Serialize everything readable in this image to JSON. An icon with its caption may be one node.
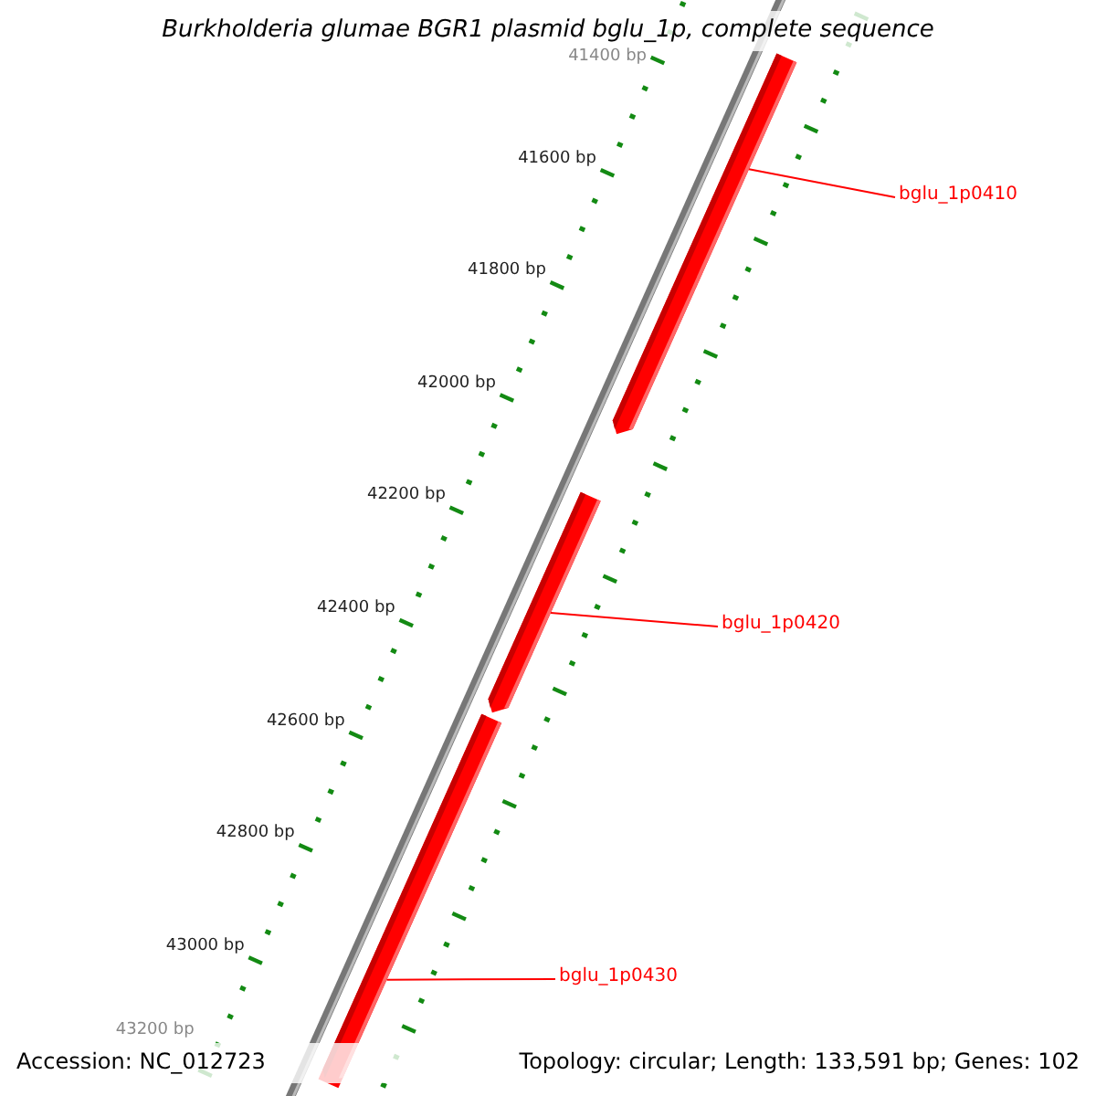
{
  "diagram": {
    "title": "Burkholderia glumae BGR1 plasmid bglu_1p, complete sequence",
    "nodes": [
      {
        "text": [
          "bglu_1p0410"
        ]
      },
      {
        "text": [
          "bglu_1p0420"
        ]
      },
      {
        "text": [
          "bglu_1p0430"
        ]
      },
      {
        "text": [],
        "shape": "bar"
      },
      {
        "text": [],
        "shape": "bar"
      },
      {
        "text": [],
        "shape": "bar"
      }
    ],
    "edges": [
      {
        "from": 0,
        "to": 3,
        "arrow": "none",
        "color": "#ff0000"
      },
      {
        "from": 1,
        "to": 4,
        "arrow": "none",
        "color": "#ff0000"
      },
      {
        "from": 2,
        "to": 5,
        "arrow": "none",
        "color": "#ff0000"
      }
    ],
    "labels": [
      "41400 bp",
      "41600 bp",
      "41800 bp",
      "42000 bp",
      "42200 bp",
      "42400 bp",
      "42600 bp",
      "42800 bp",
      "43000 bp",
      "43200 bp",
      "Accession: NC_012723",
      "Topology: circular; Length: 133,591 bp; Genes: 102"
    ]
  }
}
